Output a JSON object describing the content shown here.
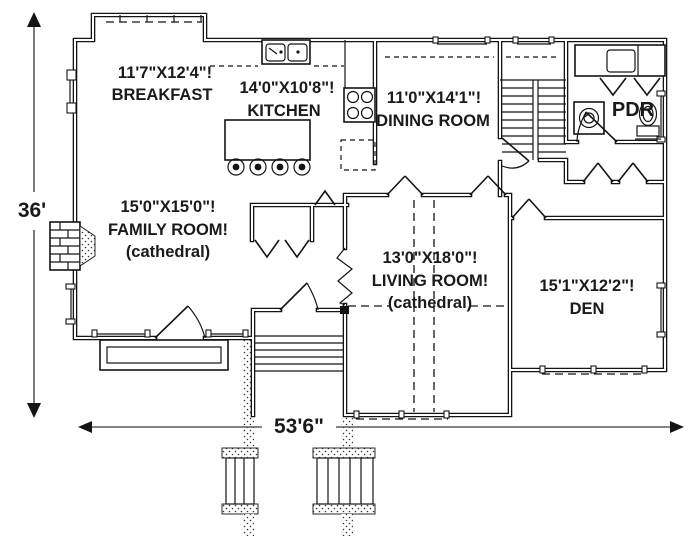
{
  "title": "Floor plan",
  "rooms": {
    "breakfast": {
      "dims": "11'7\"X12'4\"!",
      "label": "BREAKFAST"
    },
    "kitchen": {
      "dims": "14'0\"X10'8\"!",
      "label": "KITCHEN"
    },
    "dining_room": {
      "dims": "11'0\"X14'1\"!",
      "label": "DINING ROOM"
    },
    "powder_room": {
      "label": "PDR"
    },
    "family_room": {
      "dims": "15'0\"X15'0\"!",
      "label": "FAMILY ROOM!",
      "note": "(cathedral)"
    },
    "living_room": {
      "dims": "13'0\"X18'0\"!",
      "label": "LIVING ROOM!",
      "note": "(cathedral)"
    },
    "den": {
      "dims": "15'1\"X12'2\"!",
      "label": "DEN"
    }
  },
  "dimensions": {
    "overall_depth": "36'",
    "overall_width": "53'6\""
  },
  "colors": {
    "line": "#141414",
    "dim_line": "#5a5a5a",
    "background": "#ffffff"
  }
}
